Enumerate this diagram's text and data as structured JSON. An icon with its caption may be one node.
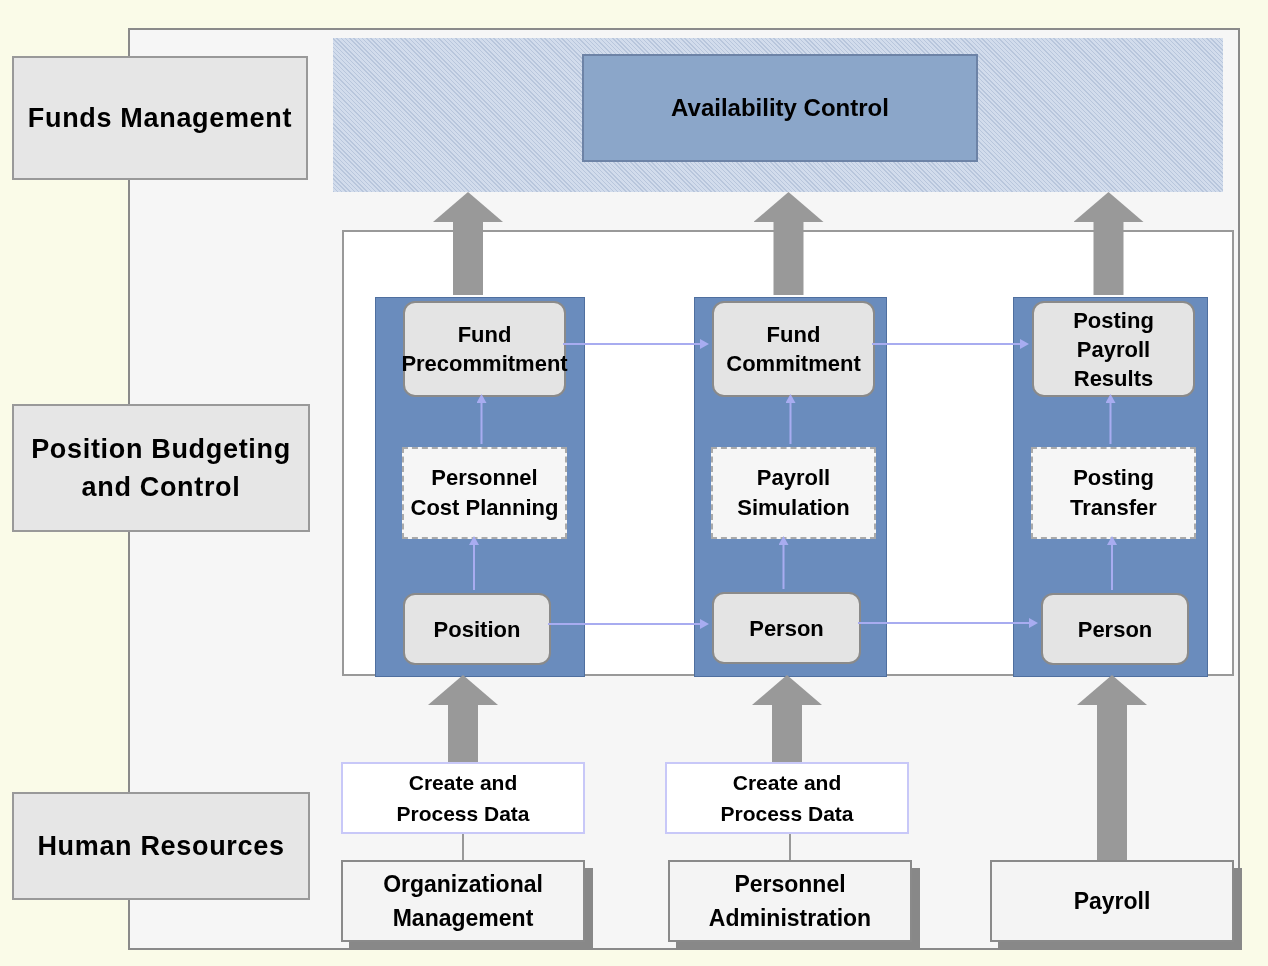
{
  "diagram": {
    "nodes": [
      {
        "text": [
          "Funds Management"
        ]
      },
      {
        "text": [
          "Position Budgeting and Control"
        ]
      },
      {
        "text": [
          "Human Resources"
        ]
      },
      {
        "text": [],
        "shape": "band"
      },
      {
        "text": [
          "Availability Control"
        ],
        "in": 3
      },
      {
        "text": [],
        "shape": "box"
      },
      {
        "text": [],
        "shape": "bar",
        "in": 5
      },
      {
        "text": [],
        "shape": "bar",
        "in": 5
      },
      {
        "text": [],
        "shape": "bar",
        "in": 5
      },
      {
        "text": [
          "Fund Precommitment"
        ],
        "in": 6
      },
      {
        "text": [
          "Personnel Cost Planning"
        ],
        "in": 6
      },
      {
        "text": [
          "Position"
        ],
        "in": 6
      },
      {
        "text": [
          "Fund Commitment"
        ],
        "in": 7
      },
      {
        "text": [
          "Payroll Simulation"
        ],
        "in": 7
      },
      {
        "text": [
          "Person"
        ],
        "in": 7
      },
      {
        "text": [
          "Posting Payroll Results"
        ],
        "in": 8
      },
      {
        "text": [
          "Posting Transfer"
        ],
        "in": 8
      },
      {
        "text": [
          "Person"
        ],
        "in": 8
      },
      {
        "text": [
          "Create and Process Data"
        ]
      },
      {
        "text": [
          "Organizational Management"
        ]
      },
      {
        "text": [
          "Create and Process Data"
        ]
      },
      {
        "text": [
          "Personnel Administration"
        ]
      },
      {
        "text": [
          "Payroll"
        ]
      }
    ],
    "edges": [
      {
        "from": 6,
        "to": 3,
        "arrow": "to",
        "style": "thick",
        "color": "#999999"
      },
      {
        "from": 7,
        "to": 3,
        "arrow": "to",
        "style": "thick",
        "color": "#999999"
      },
      {
        "from": 8,
        "to": 3,
        "arrow": "to",
        "style": "thick",
        "color": "#999999"
      },
      {
        "from": 11,
        "to": 10,
        "arrow": "to"
      },
      {
        "from": 10,
        "to": 9,
        "arrow": "to"
      },
      {
        "from": 14,
        "to": 13,
        "arrow": "to"
      },
      {
        "from": 13,
        "to": 12,
        "arrow": "to"
      },
      {
        "from": 17,
        "to": 16,
        "arrow": "to"
      },
      {
        "from": 16,
        "to": 15,
        "arrow": "to"
      },
      {
        "from": 9,
        "to": 12,
        "arrow": "to"
      },
      {
        "from": 12,
        "to": 15,
        "arrow": "to"
      },
      {
        "from": 11,
        "to": 14,
        "arrow": "to"
      },
      {
        "from": 14,
        "to": 17,
        "arrow": "to"
      },
      {
        "from": 18,
        "to": 6,
        "arrow": "to",
        "style": "thick",
        "color": "#999999"
      },
      {
        "from": 20,
        "to": 7,
        "arrow": "to",
        "style": "thick",
        "color": "#999999"
      },
      {
        "from": 22,
        "to": 8,
        "arrow": "to",
        "style": "thick",
        "color": "#999999"
      },
      {
        "from": 19,
        "to": 18,
        "arrow": "none",
        "color": "#999999"
      },
      {
        "from": 21,
        "to": 20,
        "arrow": "none",
        "color": "#999999"
      }
    ]
  }
}
